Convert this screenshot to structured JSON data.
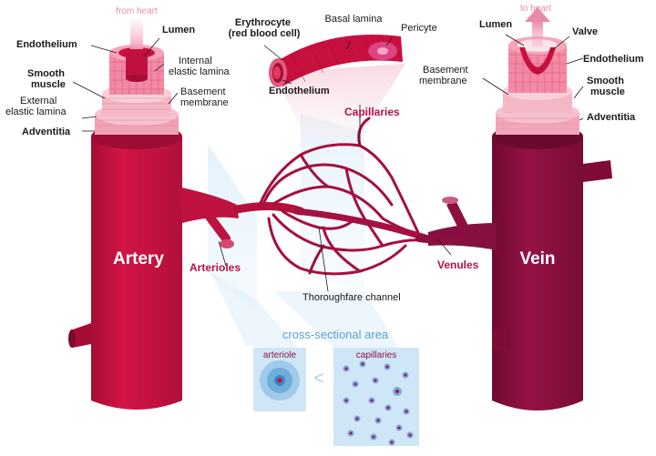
{
  "artery": {
    "name": "Artery",
    "flow_label": "from heart",
    "layers": {
      "lumen": "Lumen",
      "endothelium": "Endothelium",
      "internal_elastic_lamina": [
        "Internal",
        "elastic lamina"
      ],
      "smooth_muscle": [
        "Smooth",
        "muscle"
      ],
      "basement_membrane": [
        "Basement",
        "membrane"
      ],
      "external_elastic_lamina": [
        "External",
        "elastic lamina"
      ],
      "adventitia": "Adventitia"
    },
    "colors": {
      "main": "#c8103e",
      "dark": "#9d0d33",
      "pink": "#f2a7b8"
    }
  },
  "vein": {
    "name": "Vein",
    "flow_label": "to heart",
    "layers": {
      "lumen": "Lumen",
      "valve": "Valve",
      "endothelium": "Endothelium",
      "basement_membrane": [
        "Basement",
        "membrane"
      ],
      "smooth_muscle": [
        "Smooth",
        "muscle"
      ],
      "adventitia": "Adventitia"
    },
    "colors": {
      "main": "#8c0f3d",
      "dark": "#6a0b2e"
    }
  },
  "capillary_detail": {
    "erythrocyte": [
      "Erythrocyte",
      "(red blood cell)"
    ],
    "basal_lamina": "Basal lamina",
    "pericyte": "Pericyte",
    "endothelium": "Endothelium"
  },
  "bed_labels": {
    "capillaries": "Capillaries",
    "arterioles": "Arterioles",
    "venules": "Venules",
    "thoroughfare": "Thoroughfare channel"
  },
  "cross_section": {
    "title": "cross-sectional area",
    "left": "arteriole",
    "right": "capillaries",
    "comparator": "<"
  }
}
